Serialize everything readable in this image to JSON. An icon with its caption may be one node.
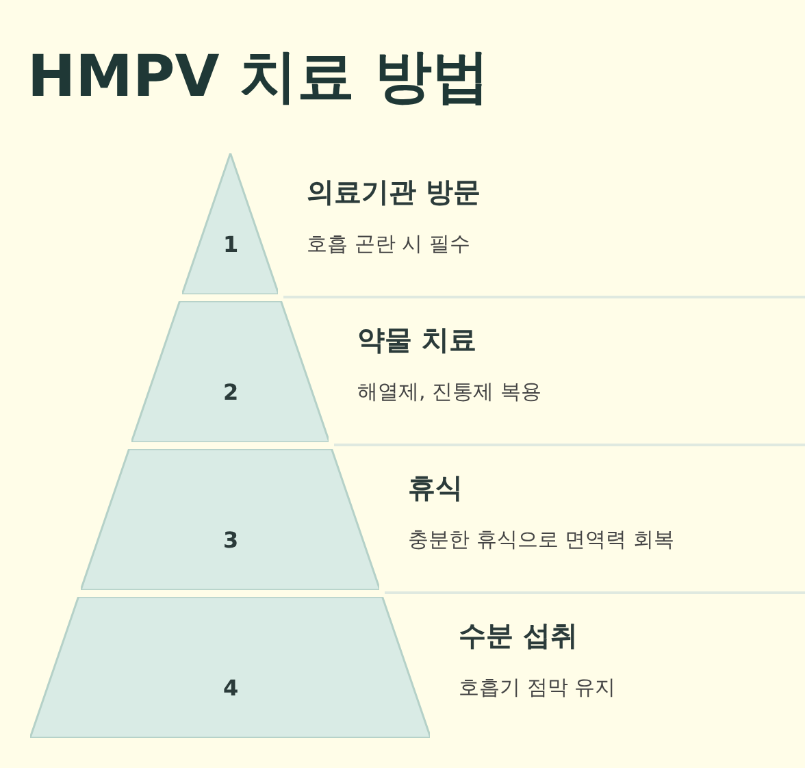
{
  "diagram": {
    "title": "HMPV 치료 방법",
    "nodes": [
      {
        "text": [
          "1"
        ],
        "beside": [
          "의료기관 방문",
          "호흡 곤란 시 필수"
        ]
      },
      {
        "text": [
          "2"
        ],
        "beside": [
          "약물 치료",
          "해열제, 진통제 복용"
        ]
      },
      {
        "text": [
          "3"
        ],
        "beside": [
          "휴식",
          "충분한 휴식으로 면역력 회복"
        ]
      },
      {
        "text": [
          "4"
        ],
        "beside": [
          "수분 섭취",
          "호흡기 점막 유지"
        ]
      }
    ]
  }
}
